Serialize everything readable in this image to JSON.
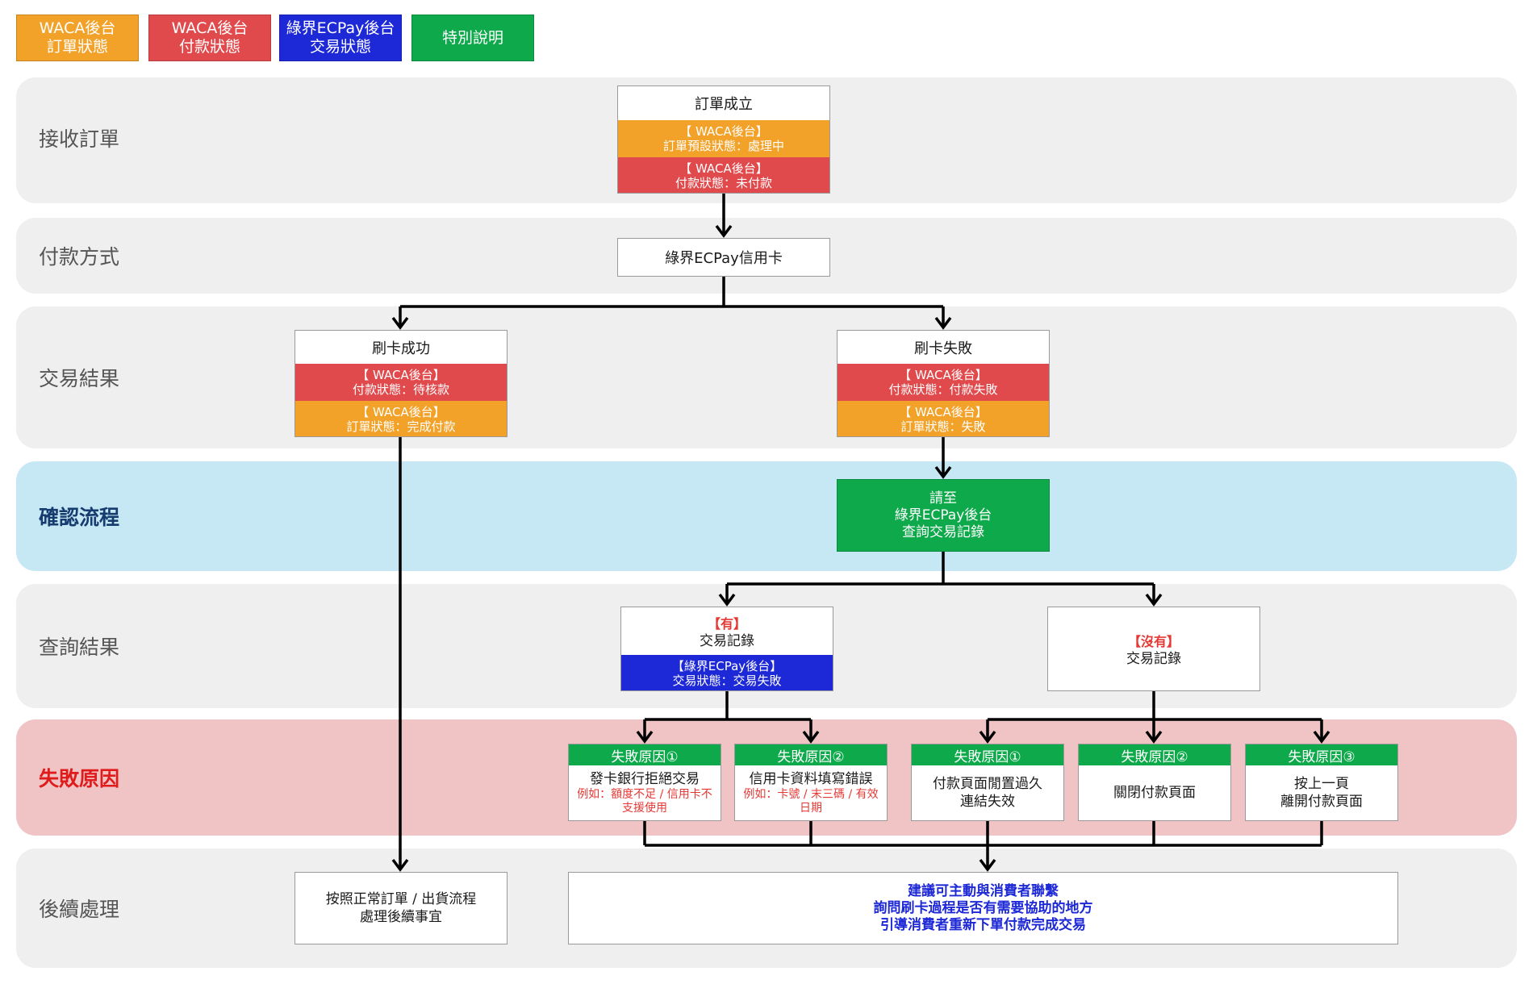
{
  "legend": [
    {
      "line1": "WACA後台",
      "line2": "訂單狀態",
      "color": "#f2a228"
    },
    {
      "line1": "WACA後台",
      "line2": "付款狀態",
      "color": "#e14a4c"
    },
    {
      "line1": "綠界ECPay後台",
      "line2": "交易狀態",
      "color": "#1d28d6"
    },
    {
      "line1": "特別說明",
      "line2": "",
      "color": "#0da94a"
    }
  ],
  "lanes": {
    "receive": "接收訂單",
    "payment": "付款方式",
    "result": "交易結果",
    "confirm": "確認流程",
    "query": "查詢結果",
    "failure": "失敗原因",
    "followup": "後續處理"
  },
  "order": {
    "title": "訂單成立",
    "order_status_1": "【 WACA後台】",
    "order_status_2": "訂單預設狀態：處理中",
    "pay_status_1": "【 WACA後台】",
    "pay_status_2": "付款狀態：未付款"
  },
  "payment_method": "綠界ECPay信用卡",
  "success": {
    "title": "刷卡成功",
    "pay_1": "【 WACA後台】",
    "pay_2": "付款狀態：待核款",
    "order_1": "【 WACA後台】",
    "order_2": "訂單狀態：完成付款"
  },
  "fail": {
    "title": "刷卡失敗",
    "pay_1": "【 WACA後台】",
    "pay_2": "付款狀態：付款失敗",
    "order_1": "【 WACA後台】",
    "order_2": "訂單狀態：失敗"
  },
  "confirm_box": {
    "line1": "請至",
    "line2": "綠界ECPay後台",
    "line3": "查詢交易記錄"
  },
  "has_record": {
    "tag": "【有】",
    "label": "交易記錄",
    "ecpay_1": "【綠界ECPay後台】",
    "ecpay_2": "交易狀態：交易失敗"
  },
  "no_record": {
    "tag": "【沒有】",
    "label": "交易記錄"
  },
  "reasons": [
    {
      "head": "失敗原因①",
      "line1": "發卡銀行拒絕交易",
      "note": "例如：額度不足 / 信用卡不支援使用"
    },
    {
      "head": "失敗原因②",
      "line1": "信用卡資料填寫錯誤",
      "note": "例如：卡號 / 末三碼 / 有效日期"
    },
    {
      "head": "失敗原因①",
      "line1": "付款頁面閒置過久",
      "line2": "連結失效"
    },
    {
      "head": "失敗原因②",
      "line1": "關閉付款頁面",
      "line2": ""
    },
    {
      "head": "失敗原因③",
      "line1": "按上一頁",
      "line2": "離開付款頁面"
    }
  ],
  "followup_normal": {
    "line1": "按照正常訂單 / 出貨流程",
    "line2": "處理後續事宜"
  },
  "followup_advice": {
    "line1": "建議可主動與消費者聯繫",
    "line2": "詢問刷卡過程是否有需要協助的地方",
    "line3": "引導消費者重新下單付款完成交易"
  },
  "colors": {
    "lane_grey": "#efefef",
    "lane_blue": "#c6e8f5",
    "lane_pink": "#f0c4c4",
    "label_grey": "#555555",
    "label_blue": "#163b6e",
    "label_red": "#e01b1b",
    "advice_blue": "#1d28d6"
  }
}
